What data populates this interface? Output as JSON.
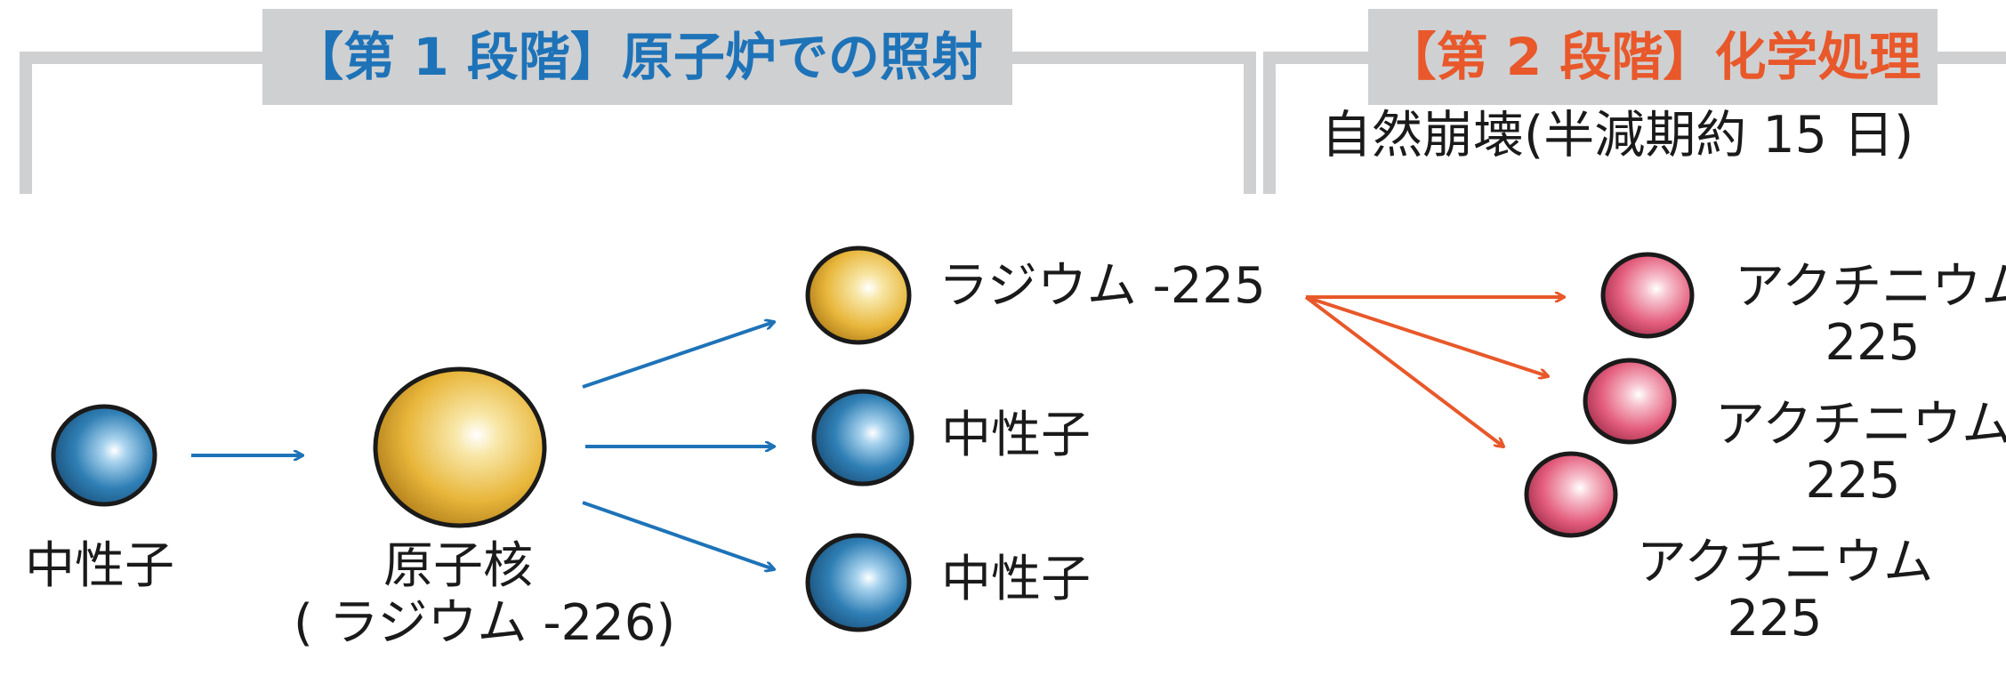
{
  "stage1": {
    "title": "【第 1 段階】原子炉での照射"
  },
  "stage2": {
    "title": "【第 2 段階】化学処理"
  },
  "decay_label": "自然崩壊(半減期約 15 日)",
  "labels": {
    "neutron_in": "中性子",
    "nucleus_line1": "原子核",
    "nucleus_line2": "( ラジウム -226)",
    "ra225": "ラジウム -225",
    "neutron_out1": "中性子",
    "neutron_out2": "中性子",
    "ac_name": "アクチニウム",
    "ac_number": "225"
  },
  "colors": {
    "neutron": "#2f7fb5",
    "nucleus": "#e8b63a",
    "actinium": "#e45d7d",
    "arrow_stage1": "#1e73b8",
    "arrow_stage2": "#e8582a",
    "bracket": "#cfd0d2"
  }
}
